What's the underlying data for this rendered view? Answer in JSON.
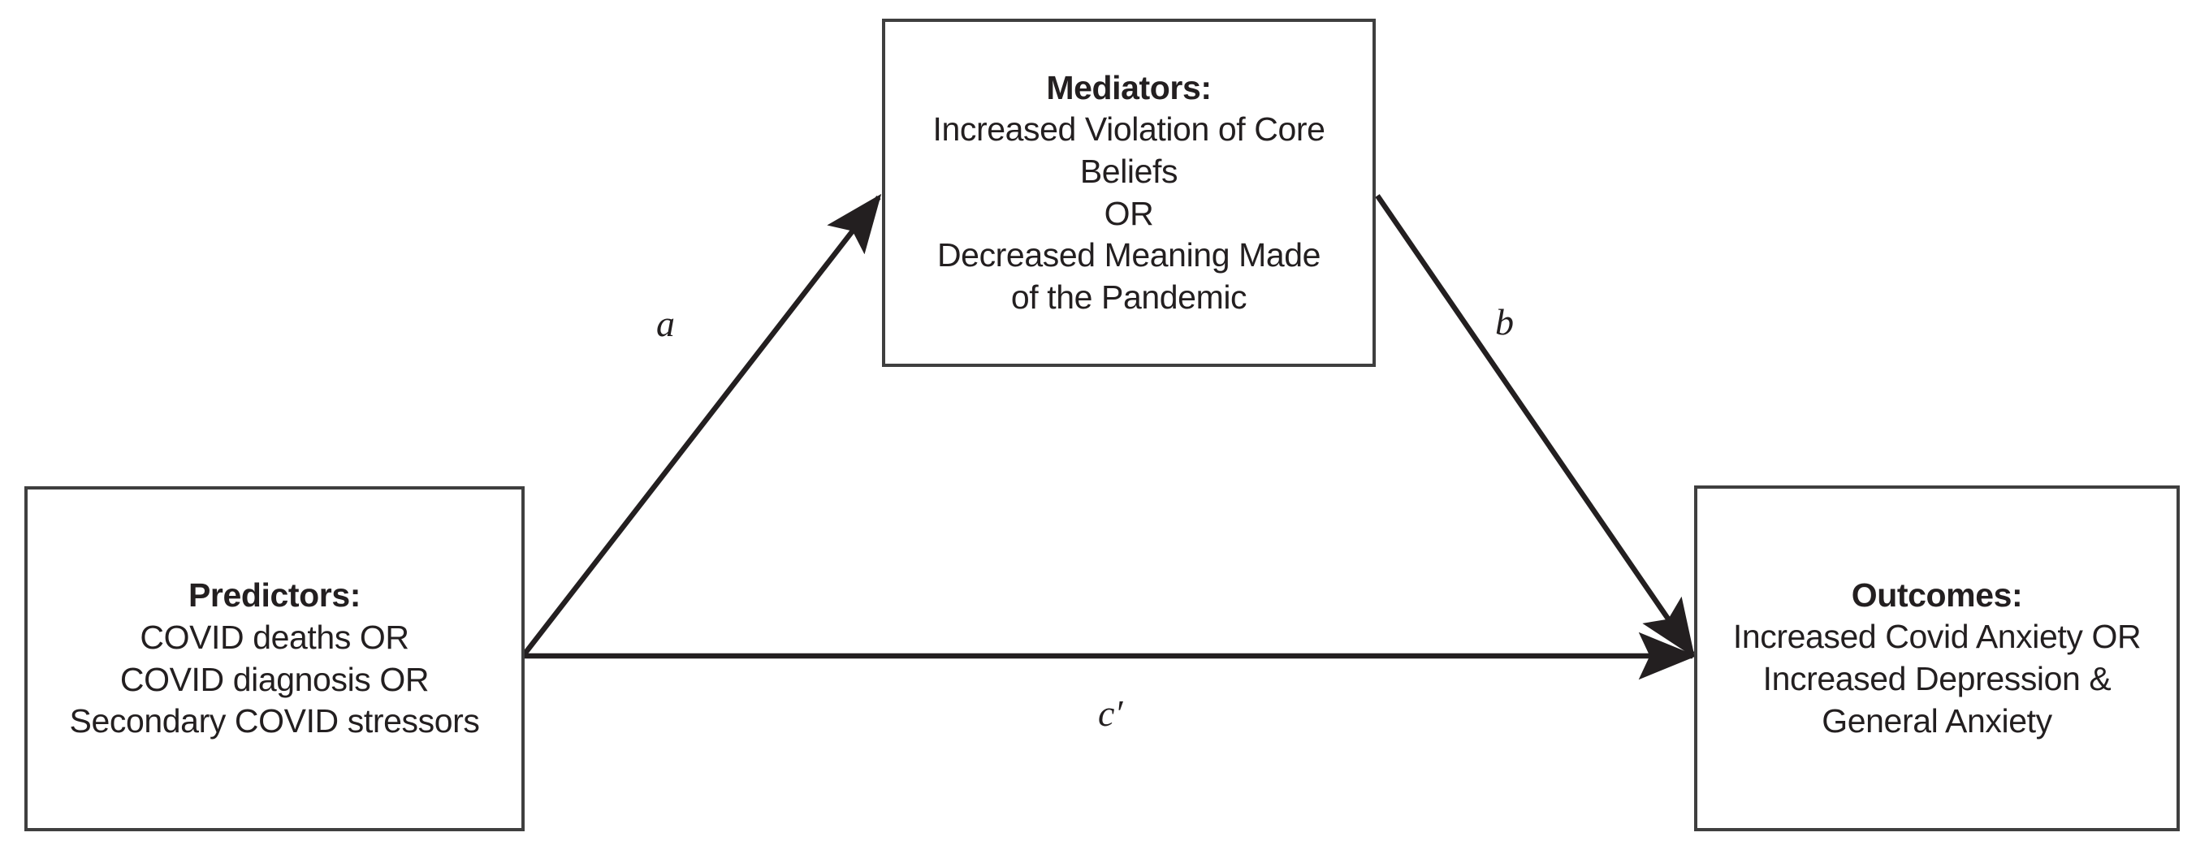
{
  "diagram": {
    "type": "mediation-model",
    "background_color": "#ffffff",
    "stroke_color": "#231f20",
    "box_border_color": "#3f3f3f",
    "nodes": {
      "mediators": {
        "title": "Mediators:",
        "lines": [
          "Increased Violation of Core",
          "Beliefs",
          "OR",
          "Decreased Meaning Made",
          "of the Pandemic"
        ]
      },
      "predictors": {
        "title": "Predictors:",
        "lines": [
          "COVID deaths OR",
          "COVID diagnosis OR",
          "Secondary COVID stressors"
        ]
      },
      "outcomes": {
        "title": "Outcomes:",
        "lines": [
          "Increased Covid Anxiety OR",
          "Increased Depression &",
          "General Anxiety"
        ]
      }
    },
    "paths": {
      "a": {
        "label": "a",
        "from": "predictors",
        "to": "mediators"
      },
      "b": {
        "label": "b",
        "from": "mediators",
        "to": "outcomes"
      },
      "c_prime": {
        "label": "c′",
        "from": "predictors",
        "to": "outcomes"
      }
    }
  }
}
